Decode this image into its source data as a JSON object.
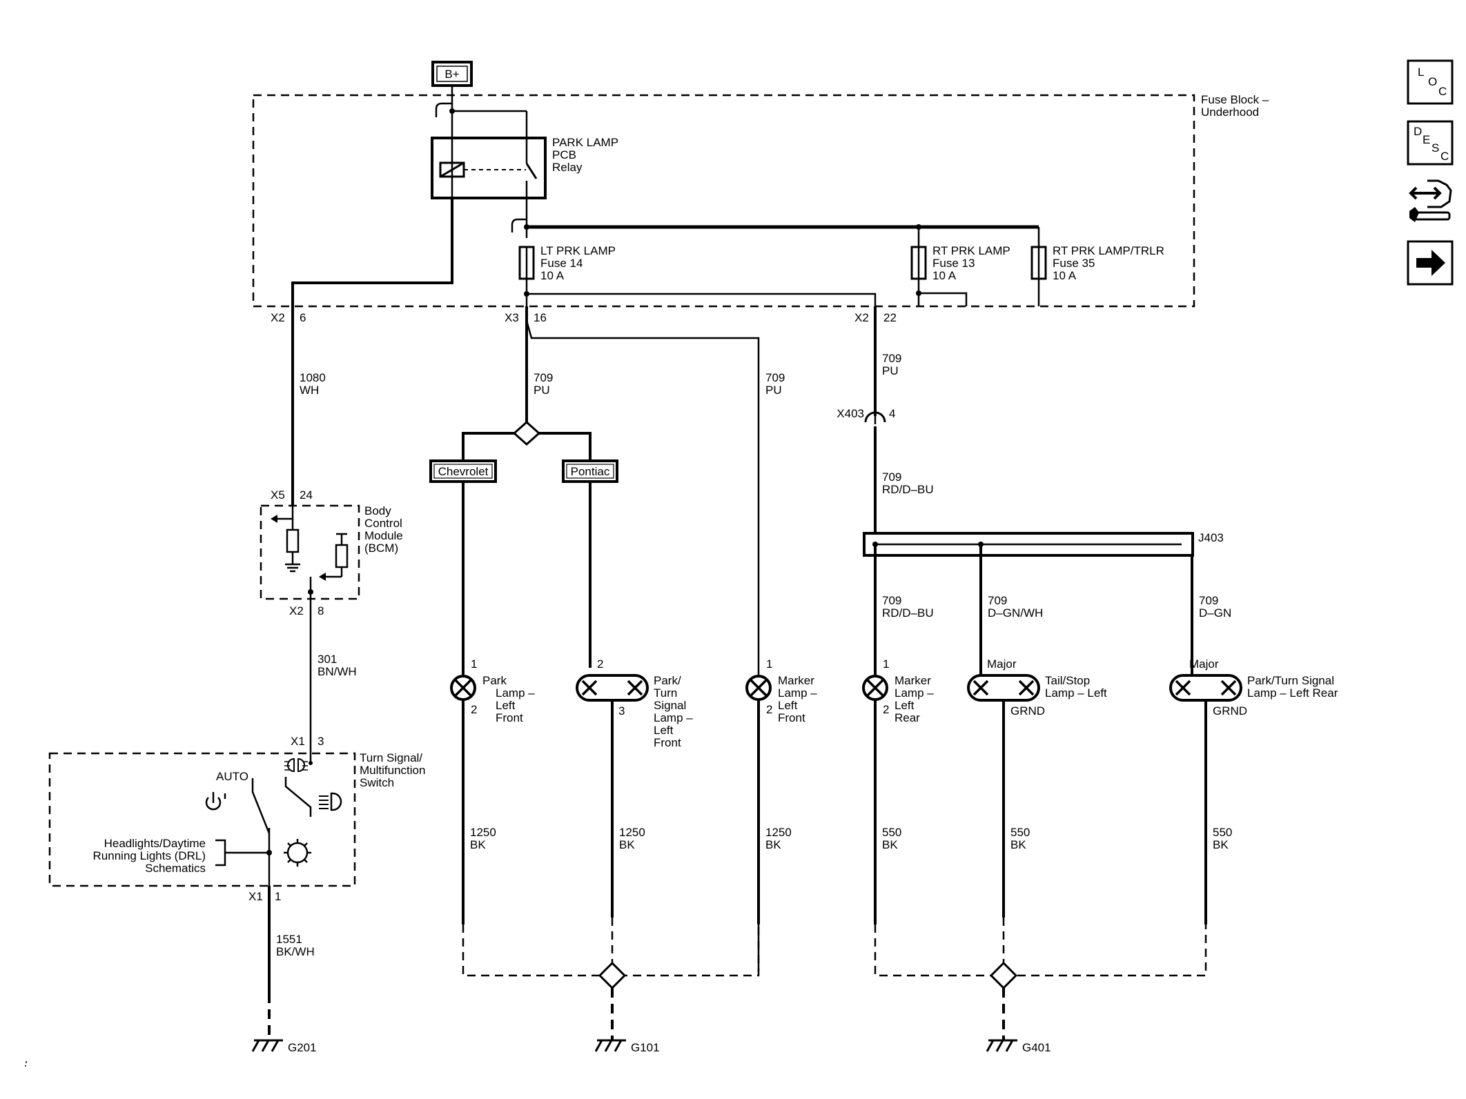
{
  "power": {
    "source": "B+"
  },
  "fuse_block": {
    "title_line1": "Fuse Block –",
    "title_line2": "Underhood"
  },
  "relay": {
    "line1": "PARK LAMP",
    "line2": "PCB",
    "line3": "Relay"
  },
  "fuses": [
    {
      "name": "LT PRK LAMP",
      "number": "Fuse 14",
      "rating": "10 A"
    },
    {
      "name": "RT PRK LAMP",
      "number": "Fuse 13",
      "rating": "10 A"
    },
    {
      "name": "RT PRK LAMP/TRLR",
      "number": "Fuse 35",
      "rating": "10 A"
    }
  ],
  "connectors": {
    "x2_6": {
      "name": "X2",
      "pin": "6"
    },
    "x3_16": {
      "name": "X3",
      "pin": "16"
    },
    "x2_22": {
      "name": "X2",
      "pin": "22"
    },
    "x403": {
      "name": "X403",
      "pin": "4"
    },
    "x5_24": {
      "name": "X5",
      "pin": "24"
    },
    "x2_8": {
      "name": "X2",
      "pin": "8"
    },
    "x1_3": {
      "name": "X1",
      "pin": "3"
    },
    "x1_1": {
      "name": "X1",
      "pin": "1"
    }
  },
  "wires": {
    "w1080": {
      "circuit": "1080",
      "color": "WH"
    },
    "w709a": {
      "circuit": "709",
      "color": "PU"
    },
    "w709b": {
      "circuit": "709",
      "color": "PU"
    },
    "w709c": {
      "circuit": "709",
      "color": "PU"
    },
    "w709d": {
      "circuit": "709",
      "color": "RD/D–BU"
    },
    "w709e": {
      "circuit": "709",
      "color": "RD/D–BU"
    },
    "w709f": {
      "circuit": "709",
      "color": "D–GN/WH"
    },
    "w709g": {
      "circuit": "709",
      "color": "D–GN"
    },
    "w301": {
      "circuit": "301",
      "color": "BN/WH"
    },
    "w1551": {
      "circuit": "1551",
      "color": "BK/WH"
    },
    "w1250a": {
      "circuit": "1250",
      "color": "BK"
    },
    "w1250b": {
      "circuit": "1250",
      "color": "BK"
    },
    "w1250c": {
      "circuit": "1250",
      "color": "BK"
    },
    "w550a": {
      "circuit": "550",
      "color": "BK"
    },
    "w550b": {
      "circuit": "550",
      "color": "BK"
    },
    "w550c": {
      "circuit": "550",
      "color": "BK"
    }
  },
  "bcm": {
    "line1": "Body",
    "line2": "Control",
    "line3": "Module",
    "line4": "(BCM)"
  },
  "switch": {
    "line1": "Turn Signal/",
    "line2": "Multifunction",
    "line3": "Switch",
    "auto_label": "AUTO",
    "ref_line1": "Headlights/Daytime",
    "ref_line2": "Running Lights (DRL)",
    "ref_line3": "Schematics"
  },
  "options": {
    "chevrolet": "Chevrolet",
    "pontiac": "Pontiac"
  },
  "splice": {
    "name": "J403"
  },
  "lamps": {
    "park_lf": {
      "pin1": "1",
      "pin2": "2",
      "line1": "Park",
      "line2": "Lamp –",
      "line3": "Left",
      "line4": "Front"
    },
    "park_turn_lf": {
      "pin1": "2",
      "pin2": "3",
      "line1": "Park/",
      "line2": "Turn",
      "line3": "Signal",
      "line4": "Lamp –",
      "line5": "Left",
      "line6": "Front"
    },
    "marker_lf": {
      "pin1": "1",
      "pin2": "2",
      "line1": "Marker",
      "line2": "Lamp –",
      "line3": "Left",
      "line4": "Front"
    },
    "marker_lr": {
      "pin1": "1",
      "pin2": "2",
      "line1": "Marker",
      "line2": "Lamp –",
      "line3": "Left",
      "line4": "Rear"
    },
    "tail_stop_l": {
      "pin1": "Major",
      "pin2": "GRND",
      "line1": "Tail/Stop",
      "line2": "Lamp – Left"
    },
    "park_turn_lr": {
      "pin1": "Major",
      "pin2": "GRND",
      "line1": "Park/Turn Signal",
      "line2": "Lamp – Left Rear"
    }
  },
  "grounds": {
    "g201": "G201",
    "g101": "G101",
    "g401": "G401"
  },
  "nav": {
    "loc": {
      "l1": "L",
      "l2": "O",
      "l3": "C"
    },
    "desc": {
      "l1": "D",
      "l2": "E",
      "l3": "S",
      "l4": "C"
    }
  }
}
